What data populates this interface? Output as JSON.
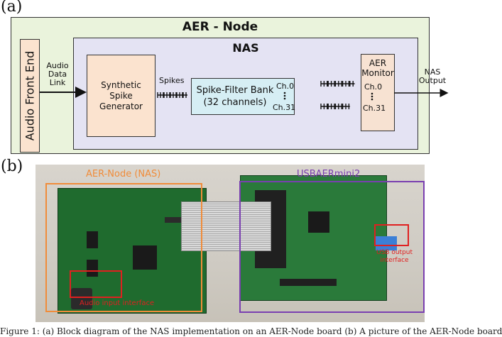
{
  "panel_a": {
    "label": "(a)",
    "aer_node_title": "AER - Node",
    "audio_front_end": "Audio Front End",
    "audio_data_link": [
      "Audio",
      "Data",
      "Link"
    ],
    "nas_title": "NAS",
    "synthetic_spike_generator": [
      "Synthetic",
      "Spike",
      "Generator"
    ],
    "spikes_label": "Spikes",
    "spike_filter_bank": [
      "Spike-Filter Bank",
      "(32 channels)"
    ],
    "ch0": "Ch.0",
    "ch31": "Ch.31",
    "monitor_title": [
      "AER",
      "Monitor"
    ],
    "monitor_ch0": "Ch.0",
    "monitor_ch31": "Ch.31",
    "nas_output": [
      "NAS",
      "Output"
    ]
  },
  "panel_b": {
    "label": "(b)",
    "aer_node_nas": "AER-Node (NAS)",
    "usbaermini2": "USBAERmini2",
    "audio_input_interface": "Audio input interface",
    "usb_output_interface": [
      "USB output",
      "interface"
    ]
  },
  "caption": "Figure 1: (a) Block diagram of the NAS implementation on an AER-Node board (b) A picture of the AER-Node board"
}
